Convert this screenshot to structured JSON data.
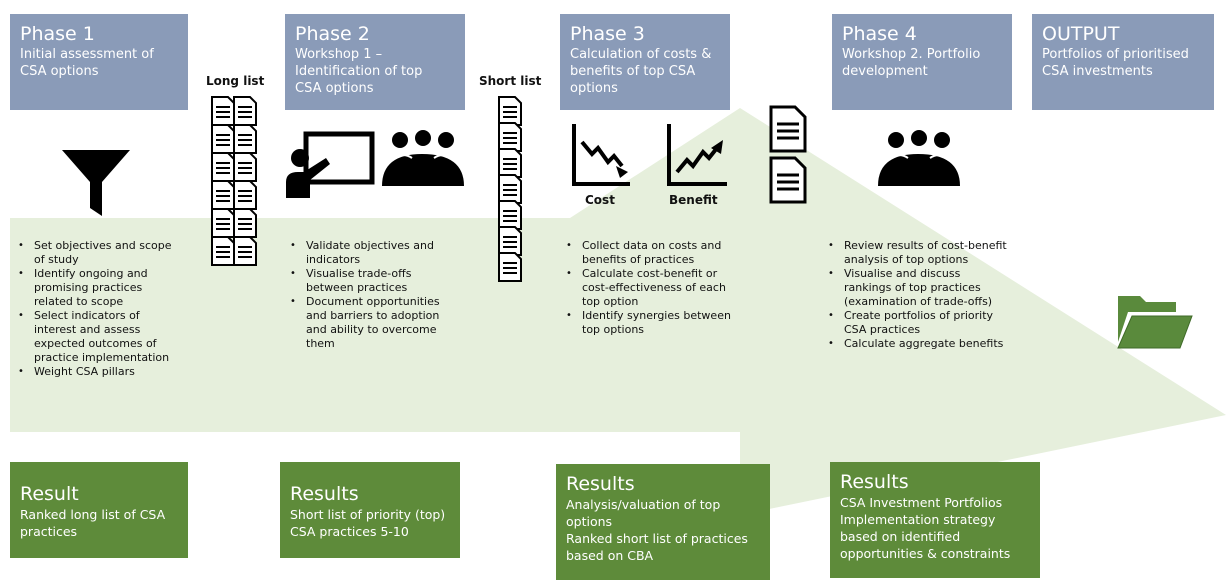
{
  "phases": [
    {
      "title": "Phase 1",
      "subtitle_lines": [
        "Initial assessment of",
        "CSA options"
      ]
    },
    {
      "title": "Phase 2",
      "subtitle_lines": [
        "Workshop 1 –",
        "Identification of top",
        "CSA options"
      ]
    },
    {
      "title": "Phase 3",
      "subtitle_lines": [
        "Calculation of costs &",
        "benefits of top CSA",
        "options"
      ]
    },
    {
      "title": "Phase 4",
      "subtitle_lines": [
        "Workshop 2. Portfolio",
        "development"
      ]
    },
    {
      "title": "OUTPUT",
      "subtitle_lines": [
        "Portfolios of prioritised",
        "CSA investments"
      ]
    }
  ],
  "labels": {
    "long_list": "Long list",
    "short_list": "Short list",
    "cost": "Cost",
    "benefit": "Benefit"
  },
  "bullet_groups": [
    [
      "Set objectives and scope of study",
      "Identify ongoing and promising practices related to scope",
      "Select indicators of interest and assess expected outcomes of practice implementation",
      "Weight CSA pillars"
    ],
    [
      "Validate objectives and indicators",
      "Visualise trade-offs between practices",
      "Document opportunities and barriers to adoption and ability to overcome them"
    ],
    [
      "Collect data on costs and benefits of practices",
      "Calculate cost-benefit or cost-effectiveness of each top option",
      "Identify synergies between top options"
    ],
    [
      "Review results of cost-benefit analysis of top options",
      "Visualise and discuss rankings of top practices (examination of trade-offs)",
      "Create portfolios of priority CSA practices",
      "Calculate aggregate benefits"
    ]
  ],
  "results": [
    {
      "title": "Result",
      "lines": [
        "Ranked long list of CSA",
        "practices"
      ]
    },
    {
      "title": "Results",
      "lines": [
        "Short list of priority (top)",
        "CSA practices 5-10"
      ]
    },
    {
      "title": "Results",
      "lines": [
        "Analysis/valuation of top",
        "options",
        "Ranked short list of practices",
        "based on CBA"
      ]
    },
    {
      "title": "Results",
      "lines": [
        "CSA Investment Portfolios",
        "Implementation strategy",
        "based on identified",
        "opportunities & constraints"
      ]
    }
  ],
  "icons": [
    "funnel-icon",
    "document-stack-icon",
    "presentation-icon",
    "meeting-group-icon",
    "cost-chart-icon",
    "benefit-chart-icon",
    "document-icon",
    "folder-icon"
  ],
  "colors": {
    "phase": "#8a9bb8",
    "result": "#5e8b3a",
    "arrow": "#e6efdc",
    "folder": "#5a8a3c"
  }
}
